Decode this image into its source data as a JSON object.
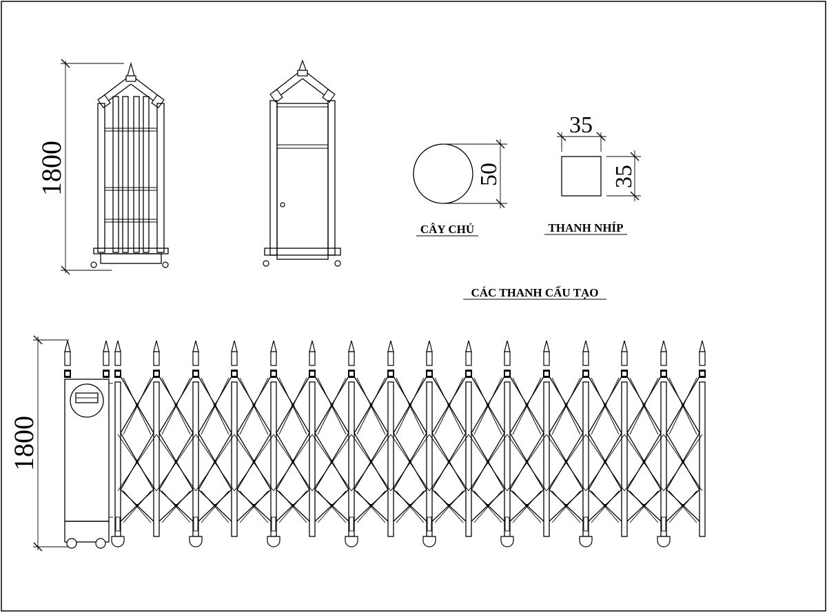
{
  "labels": {
    "side_view_height": "1800",
    "gate_height": "1800",
    "post_diameter": "50",
    "bar_width": "35",
    "bar_height": "35",
    "post_caption": "CÂY CHỦ",
    "bar_caption": "THANH NHÍP",
    "parts_caption": "CÁC THANH CẤU TẠO"
  },
  "colors": {
    "line": "#000000",
    "background": "#ffffff"
  }
}
